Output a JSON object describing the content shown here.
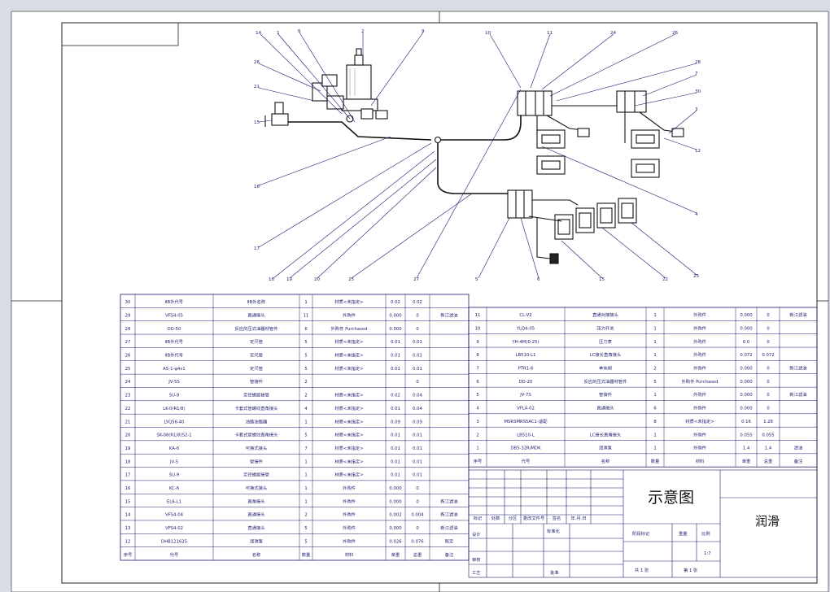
{
  "drawing": {
    "title": "示意图",
    "name": "润滑",
    "scale": "1:7",
    "sheet_total": "共 1 张",
    "sheet_num": "第 1 张"
  },
  "balloons": {
    "top_left": [
      "14",
      "1",
      "6",
      "2",
      "9"
    ],
    "top_mid": [
      "10",
      "11",
      "24",
      "26"
    ],
    "right": [
      "28",
      "7",
      "30",
      "3",
      "12",
      "4"
    ],
    "left": [
      "26",
      "21",
      "15"
    ],
    "bottom": [
      "16",
      "17",
      "18",
      "19",
      "20",
      "25",
      "27",
      "5",
      "6",
      "15",
      "22",
      "25"
    ]
  },
  "bom_left": [
    [
      "30",
      "ⅡB外代号",
      "ⅡB外名称",
      "1",
      "材质<未指定>",
      "0.02",
      "0.02",
      ""
    ],
    [
      "29",
      "VFS4-05",
      "直通接头",
      "11",
      "外购件",
      "0.000",
      "0",
      "新江滤油"
    ],
    [
      "28",
      "DD-50",
      "反应的压式油器材管件",
      "6",
      "外购件 Purchased",
      "0.000",
      "0",
      ""
    ],
    [
      "27",
      "ⅡB外代号",
      "定尺管",
      "5",
      "材质<未指定>",
      "0.01",
      "0.01",
      ""
    ],
    [
      "26",
      "ⅡB外代号",
      "定尺管",
      "5",
      "材质<未指定>",
      "0.01",
      "0.01",
      ""
    ],
    [
      "25",
      "A5-1-φ4x1",
      "定尺管",
      "5",
      "材质<未指定>",
      "0.01",
      "0.01",
      ""
    ],
    [
      "24",
      "JV-5S",
      "管接件",
      "2",
      "",
      "",
      "0",
      ""
    ],
    [
      "23",
      "SU-9",
      "定径螺旋接管",
      "2",
      "材质<未指定>",
      "0.02",
      "0.04",
      ""
    ],
    [
      "22",
      "LK-0(R1/8)",
      "卡套式管螺纹直角接头",
      "4",
      "材质<未指定>",
      "0.01",
      "0.04",
      ""
    ],
    [
      "21",
      "LYQ56-40",
      "油路油脂器",
      "1",
      "材质<未指定>",
      "0.09",
      "0.09",
      ""
    ],
    [
      "20",
      "SK-08(R1/8)S2-1",
      "卡套式管螺纹直角接头",
      "5",
      "材质<未指定>",
      "0.01",
      "0.01",
      ""
    ],
    [
      "19",
      "KA-6",
      "可换式接头",
      "7",
      "材质<未指定>",
      "0.01",
      "0.01",
      ""
    ],
    [
      "18",
      "JV-5",
      "管接件",
      "1",
      "材质<未指定>",
      "0.01",
      "0.01",
      ""
    ],
    [
      "17",
      "SU-9",
      "定径螺旋接管",
      "1",
      "材质<未指定>",
      "0.01",
      "0.01",
      ""
    ],
    [
      "16",
      "KC-6",
      "可换式接头",
      "1",
      "外购件",
      "0.000",
      "0",
      ""
    ],
    [
      "15",
      "EL6-L1",
      "直角接头",
      "1",
      "外购件",
      "0.000",
      "0",
      "新江滤油"
    ],
    [
      "14",
      "VFS4-04",
      "直通接头",
      "2",
      "外购件",
      "0.002",
      "0.004",
      "新江滤油"
    ],
    [
      "13",
      "VFS4-02",
      "直通接头",
      "5",
      "外购件",
      "0.000",
      "0",
      "新江滤油"
    ],
    [
      "12",
      "DHB121625",
      "润滑泵",
      "5",
      "外购件",
      "0.026",
      "0.076",
      "既定"
    ]
  ],
  "bom_right": [
    [
      "11",
      "CL-V2",
      "直通对接接头",
      "1",
      "外购件",
      "0.000",
      "0",
      "新江滤油"
    ],
    [
      "10",
      "YLQ4-05",
      "压力开关",
      "1",
      "外购件",
      "0.000",
      "0",
      ""
    ],
    [
      "9",
      "YH-4M(0-25)",
      "压力表",
      "1",
      "外购件",
      "0.0",
      "0",
      ""
    ],
    [
      "8",
      "LB510-L1",
      "LC接长直角接头",
      "1",
      "外购件",
      "0.072",
      "0.072",
      ""
    ],
    [
      "7",
      "PTR1-6",
      "单向阀",
      "2",
      "外购件",
      "0.000",
      "0",
      "新江滤油"
    ],
    [
      "6",
      "DD-20",
      "反应的压式油器材管件",
      "5",
      "外购件 Purchased",
      "0.000",
      "0",
      ""
    ],
    [
      "5",
      "JV-7S",
      "管接件",
      "1",
      "外购件",
      "0.000",
      "0",
      "新江滤油"
    ],
    [
      "4",
      "VFL4-02",
      "直通接头",
      "6",
      "外购件",
      "0.000",
      "0",
      ""
    ],
    [
      "3",
      "MSRSMRS5AC1-适配",
      "",
      "8",
      "材质<未指定>",
      "0.16",
      "1.28",
      ""
    ],
    [
      "2",
      "LB510-L",
      "LC接长直角接头",
      "1",
      "外购件",
      "0.055",
      "0.055",
      ""
    ],
    [
      "1",
      "DB5-32R/MDK",
      "润滑泵",
      "1",
      "外购件",
      "1.4",
      "1.4",
      "滤油"
    ]
  ],
  "bom_header": [
    "序号",
    "代号",
    "名称",
    "数量",
    "材料",
    "单重",
    "总重",
    "备注"
  ],
  "title_block": {
    "sign_row": [
      "标记",
      "处数",
      "分区",
      "更改文件号",
      "签名",
      "年.月.日"
    ],
    "design": "设计",
    "standard": "标准化",
    "review": "审核",
    "process": "工艺",
    "approve": "批准",
    "stage_label": "阶段标记",
    "weight_label": "重量",
    "scale_label": "比例"
  }
}
